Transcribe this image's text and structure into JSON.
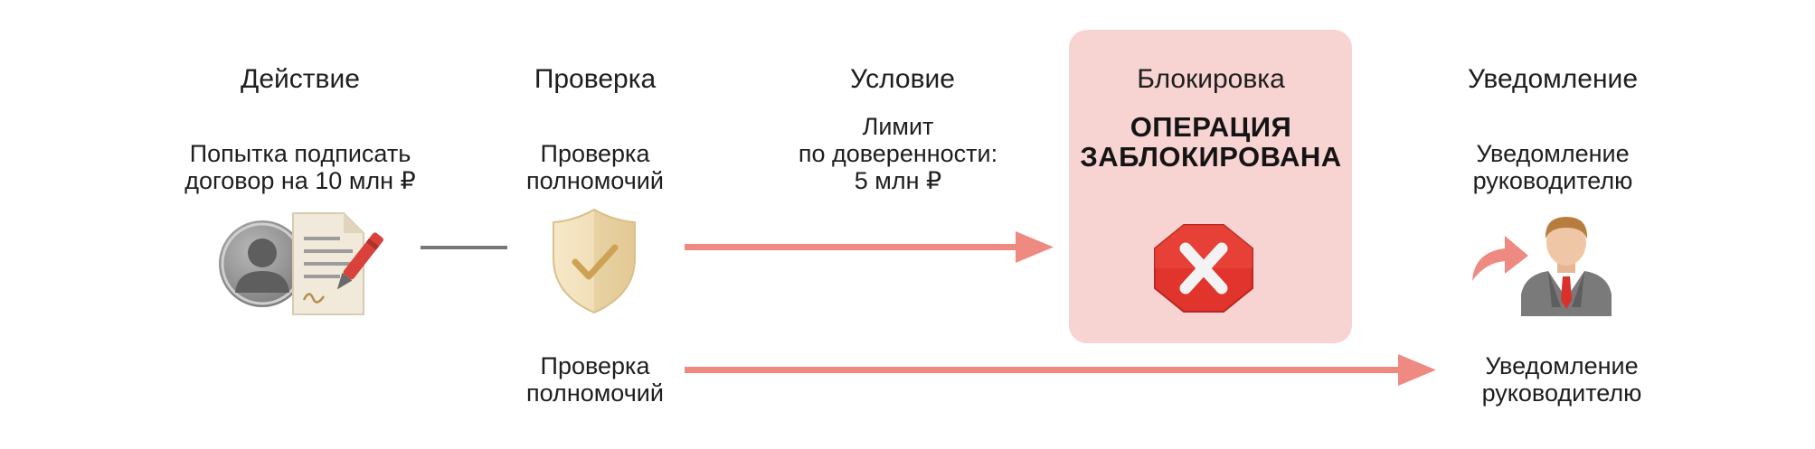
{
  "columns": {
    "action": {
      "title": "Действие",
      "text": "Попытка подписать\nдоговор на 10 млн ₽"
    },
    "check": {
      "title": "Проверка",
      "text": "Проверка\nполномочий"
    },
    "condition": {
      "title": "Условие",
      "text": "Лимит\nпо доверенности:\n5 млн ₽"
    },
    "block": {
      "title": "Блокировка",
      "status": "ОПЕРАЦИЯ\nЗАБЛОКИРОВАНА"
    },
    "notify": {
      "title": "Уведомление",
      "text": "Уведомление\nруководителю"
    }
  },
  "bottom_row": {
    "left_text": "Проверка\nполномочий",
    "right_text": "Уведомление\nруководителю"
  },
  "icons": {
    "user": "user-avatar-icon",
    "document": "signed-document-icon",
    "pen": "pen-icon",
    "shield": "shield-check-icon",
    "stop": "stop-sign-x-icon",
    "manager": "manager-person-icon",
    "forward": "forward-arrow-icon"
  },
  "colors": {
    "arrow": "#ef8a82",
    "panel": "#f7d3d2",
    "stop": "#e0342c",
    "connector": "#777777",
    "shield": "#f1dfb8",
    "check": "#d2a85a"
  }
}
